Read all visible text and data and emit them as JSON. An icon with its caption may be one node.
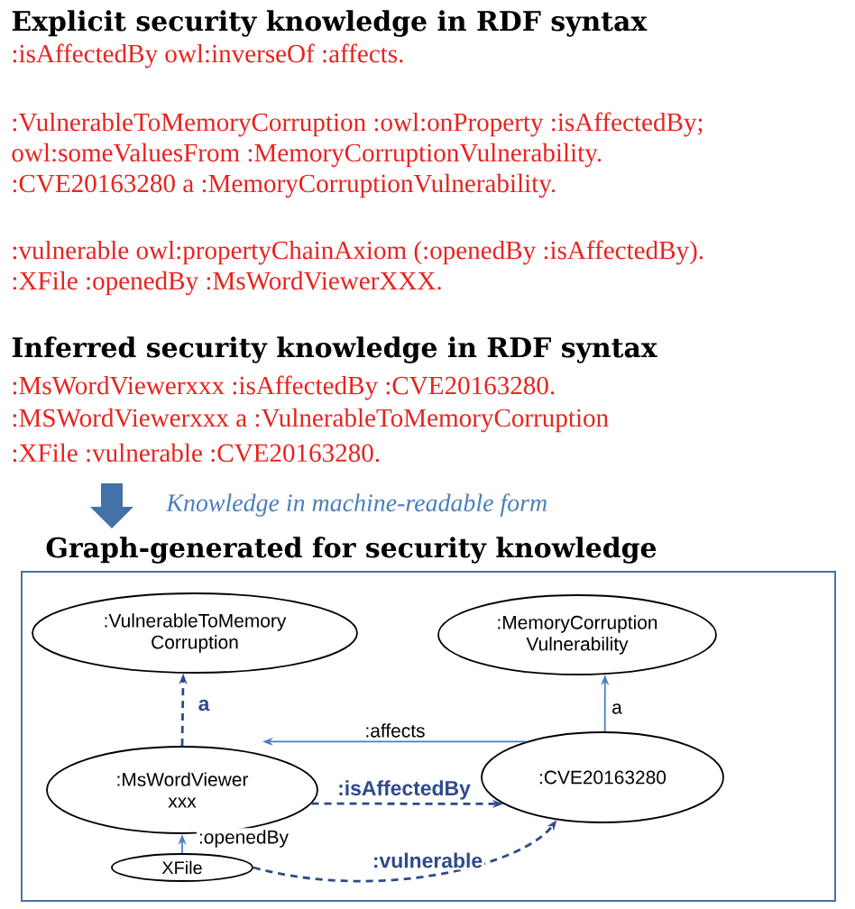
{
  "diagram": {
    "nodes": [
      {
        "text": [
          "Graph-generated for security knowledge"
        ]
      },
      {
        "text": [
          ":VulnerableToMemory Corruption"
        ],
        "in": 0
      },
      {
        "text": [
          ":MemoryCorruption Vulnerability"
        ],
        "in": 0
      },
      {
        "text": [
          ":MsWordViewer xxx"
        ],
        "in": 0
      },
      {
        "text": [
          ":CVE20163280"
        ],
        "in": 0
      },
      {
        "text": [
          "XFile"
        ],
        "in": 0
      }
    ],
    "edges": [
      {
        "from": 3,
        "to": 1,
        "arrow": "to",
        "label": "a",
        "style": "dashed",
        "color": "#2e4a8a"
      },
      {
        "from": 4,
        "to": 2,
        "arrow": "to",
        "label": "a"
      },
      {
        "from": 4,
        "to": 3,
        "arrow": "to",
        "label": ":affects"
      },
      {
        "from": 3,
        "to": 4,
        "arrow": "to",
        "label": ":isAffectedBy",
        "style": "dashed",
        "color": "#2e4a8a"
      },
      {
        "from": 5,
        "to": 3,
        "arrow": "to",
        "label": ":openedBy"
      },
      {
        "from": 5,
        "to": 4,
        "arrow": "to",
        "label": ":vulnerable",
        "style": "dashed",
        "color": "#2e4a8a"
      }
    ],
    "labels": [
      "Explicit security knowledge in RDF syntax",
      ":isAffectedBy owl:inverseOf :affects.",
      ":VulnerableToMemoryCorruption :owl:onProperty :isAffectedBy;",
      "owl:someValuesFrom :MemoryCorruptionVulnerability.",
      ":CVE20163280 a :MemoryCorruptionVulnerability.",
      ":vulnerable owl:propertyChainAxiom (:openedBy :isAffectedBy).",
      ":XFile :openedBy :MsWordViewerXXX.",
      "Inferred security knowledge in RDF syntax",
      ":MsWordViewerxxx :isAffectedBy :CVE20163280.",
      ":MSWordViewerxxx a :VulnerableToMemoryCorruption",
      ":XFile :vulnerable :CVE20163280.",
      "Knowledge in machine-readable form"
    ]
  }
}
